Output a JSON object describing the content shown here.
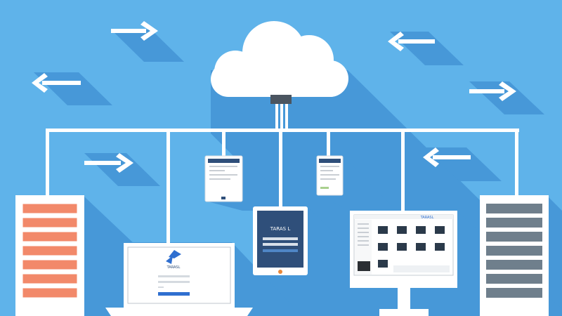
{
  "colors": {
    "background": "#5fb3ea",
    "shadow": "#3f8fd3",
    "cloud": "#ffffff",
    "connector": "#ffffff",
    "server_left_slots": "#f2896a",
    "server_right_slots": "#6f7f8c",
    "tablet_screen": "#2f4f7a",
    "tablet_button": "#e8883a",
    "accent_blue": "#2f6fd0"
  },
  "tablet": {
    "brand_text": "TARAS L"
  },
  "laptop": {
    "brand_text": "TARASL"
  },
  "monitor": {
    "brand_text": "TARASL"
  },
  "icons": {
    "cloud": "cloud-icon",
    "arrow": "arrow-icon",
    "server": "server-icon",
    "laptop": "laptop-icon",
    "tablet": "tablet-icon",
    "monitor": "monitor-icon"
  }
}
